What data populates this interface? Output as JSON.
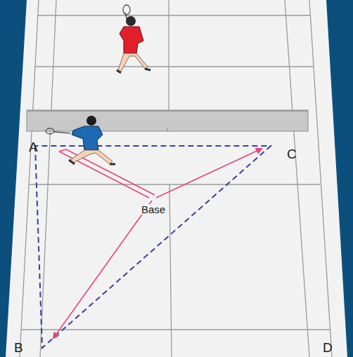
{
  "diagram": {
    "labels": [
      "A",
      "C",
      "Base",
      "B",
      "D"
    ]
  }
}
